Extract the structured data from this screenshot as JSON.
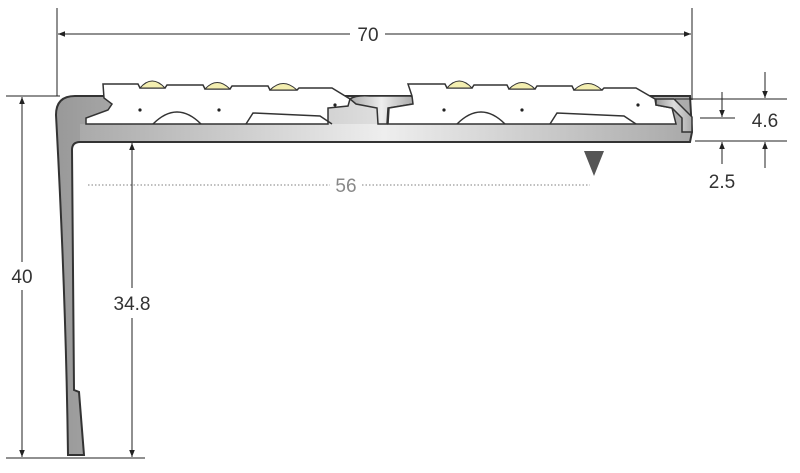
{
  "title": "Aluminium stair nosing profile cross-section",
  "dimensions": {
    "width_total": "70",
    "tread_width": "56",
    "height_total": "40",
    "leg_inner_height": "34.8",
    "insert_depth": "4.6",
    "plate_thickness": "2.5"
  },
  "colors": {
    "metal": "#c8c8c8",
    "insert": "#ffffff",
    "grip_strip": "#f3eeb0",
    "outline": "#333333",
    "marker": "#555555"
  }
}
